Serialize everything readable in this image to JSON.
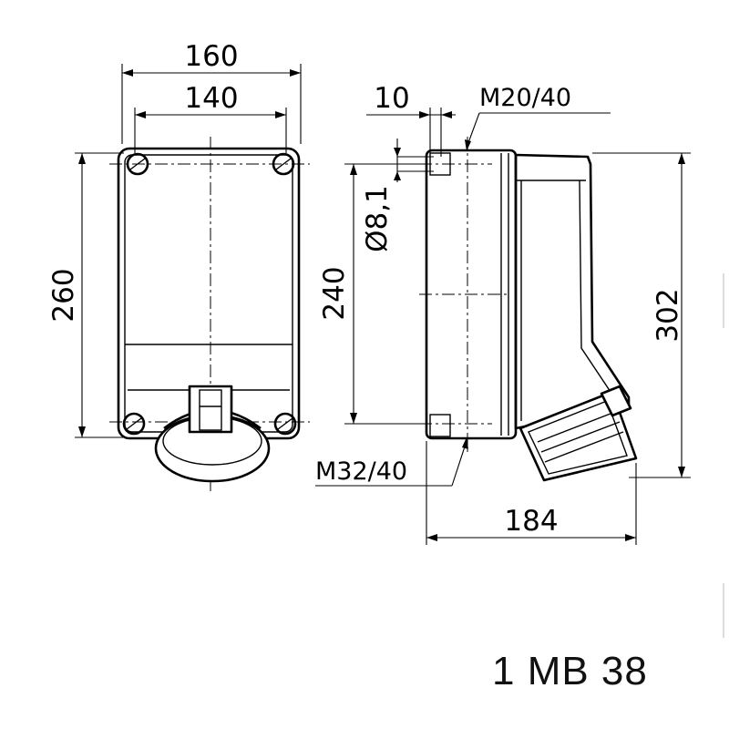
{
  "front_view": {
    "width_outer": "160",
    "width_inner": "140",
    "height": "260"
  },
  "side_view": {
    "flange_offset": "10",
    "gland_top": "M20/40",
    "hole_diameter": "Ø8,1",
    "hole_spacing": "240",
    "total_height": "302",
    "gland_bottom": "M32/40",
    "total_depth": "184"
  },
  "caption": "1 MB 38"
}
